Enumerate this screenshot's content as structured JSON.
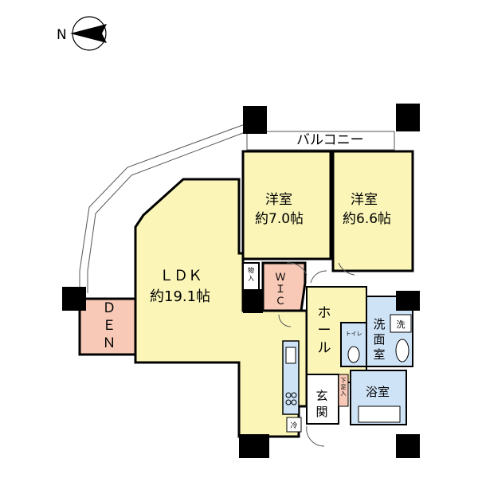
{
  "compass": {
    "label": "N",
    "icon": "north-arrow-icon"
  },
  "rooms": {
    "balcony": "バルコニー",
    "western_room_1": {
      "name": "洋室",
      "size": "約7.0帖"
    },
    "western_room_2": {
      "name": "洋室",
      "size": "約6.6帖"
    },
    "ldk": {
      "name": "ＬＤＫ",
      "size": "約19.1帖"
    },
    "den": "ＤＥＮ",
    "wic": "Ｗ\nＩ\nＣ",
    "storage": "物入",
    "hall": "ホール",
    "washroom": "洗面室",
    "washer": "洗",
    "toilet": "トイレ",
    "bath": "浴室",
    "entrance": "玄関",
    "shoe_box": "下足入",
    "fridge": "冷"
  },
  "colors": {
    "ldk_fill": "#fbf6b8",
    "bedroom_fill": "#fbf6b8",
    "den_fill": "#f7c9b6",
    "wic_fill": "#f7c9b6",
    "wet_fill": "#cfe3f7",
    "wall": "#000000",
    "line": "#555555"
  }
}
